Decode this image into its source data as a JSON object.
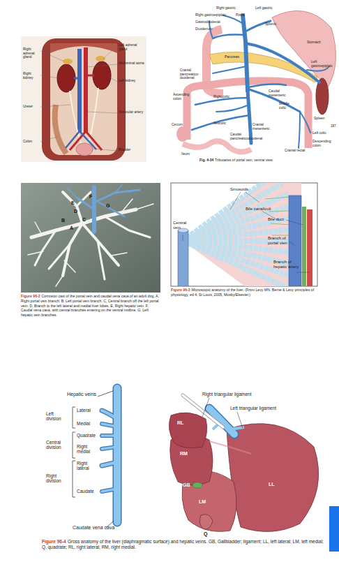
{
  "diagram": {
    "labels": [
      "Right adrenal gland",
      "Right kidney",
      "Ureter",
      "Colon",
      "Left adrenal gland",
      "Abdominal aorta",
      "Left kidney",
      "Testicular artery",
      "Bladder",
      "Right gastric",
      "Left gastric",
      "Right gastroepiploic",
      "Portal",
      "Gastroduodenal",
      "Splenic",
      "Duodenum",
      "Stomach",
      "Left gastroepiploic",
      "Pancreas",
      "Cranial pancreatico-duodenal",
      "Caudal mesenteric",
      "Ascending colon",
      "Right colic",
      "Spleen",
      "187",
      "Middle colic",
      "Cranial mesenteric",
      "Ileocolic",
      "Cecum",
      "Left colic",
      "Caudal pancreaticoduodenal",
      "Descending colon",
      "Ileum",
      "Cranial rectal",
      "Fig. 4-34",
      "Tributaries of portal vein, ventral view.",
      "A",
      "B",
      "C",
      "D",
      "E",
      "F",
      "G",
      "Figure 96-2",
      "Corrosion cast of the portal vein and caudal vena cava of an adult dog. A, Right portal vein branch. B, Left portal vein branch. C, Central branch off the left portal vein. D, Branch to the left lateral and medial liver lobes. E, Right hepatic vein. F, Caudal vena cava, with central branches entering on the ventral midline. G, Left hepatic vein branches.",
      "Sinusoids",
      "Bile canaliculi",
      "Bile duct",
      "Branch of portal vien",
      "Central vein",
      "Branch of hepatic artery",
      "Figure 96-3",
      "Microscopic anatomy of the liver. (From Levy MN: Berne & Levy principles of physiology, ed 4, St Louis, 2005, Mosby/Elsevier.)",
      "Hepatic veins",
      "Left division",
      "Lateral",
      "Medial",
      "Central division",
      "Quadrate",
      "Right medial",
      "Right division",
      "Right lateral",
      "Caudate",
      "Caudate vena cava",
      "Right triangular ligament",
      "Left triangular ligament",
      "RL",
      "RM",
      "GB",
      "LM",
      "LL",
      "Q",
      "Figure 96-4",
      "Gross anatomy of the liver (diaphragmatic surface) and hepatic veins. GB, Gallbladder; ligament; LL, left lateral; LM, left medial; Q, quadrate; RL, right lateral; RM, right medial."
    ]
  }
}
